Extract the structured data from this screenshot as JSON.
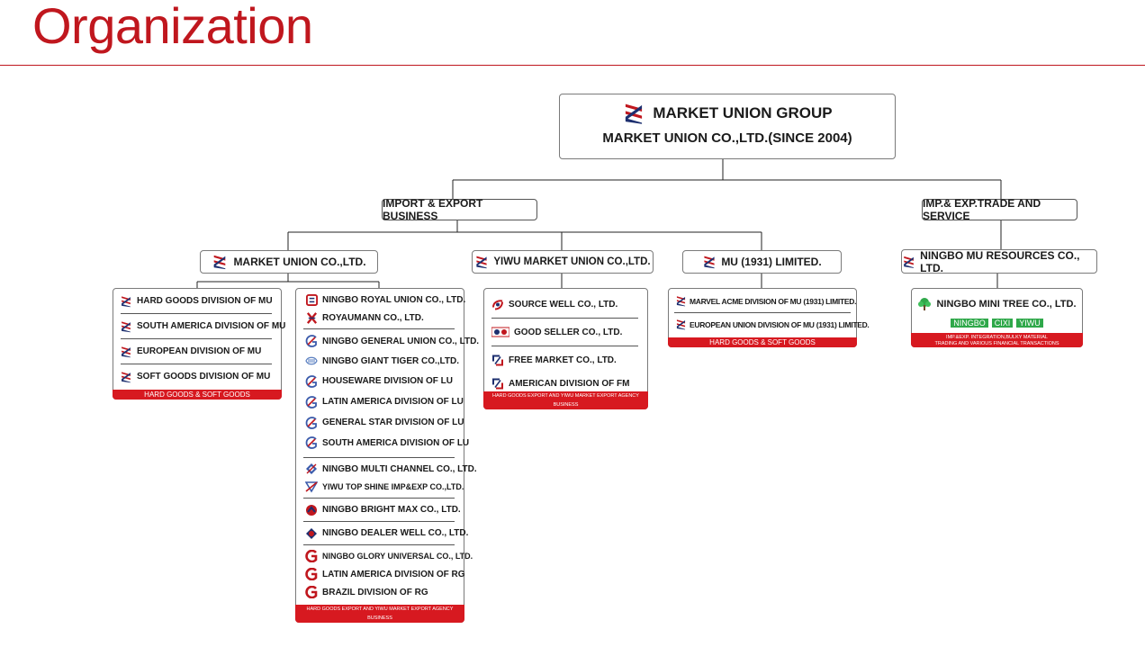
{
  "page": {
    "title": "Organization"
  },
  "top": {
    "line1": "MARKET UNION GROUP",
    "line2": "MARKET UNION CO.,LTD.(SINCE 2004)"
  },
  "branches": {
    "import_export": "IMPORT & EXPORT BUSINESS",
    "trade_service": "IMP.& EXP.TRADE AND SERVICE"
  },
  "companies": {
    "mu": "MARKET UNION CO.,LTD.",
    "yiwu": "YIWU MARKET UNION CO.,LTD.",
    "mu1931": "MU (1931) LIMITED.",
    "ningbo_res": "NINGBO MU RESOURCES CO., LTD."
  },
  "mu_divisions": {
    "items": [
      "HARD GOODS DIVISION OF MU",
      "SOUTH AMERICA DIVISION OF MU",
      "EUROPEAN DIVISION OF MU",
      "SOFT GOODS DIVISION OF MU"
    ],
    "footer": "HARD GOODS & SOFT GOODS"
  },
  "ningbo_group": {
    "items": [
      "NINGBO ROYAL UNION CO., LTD.",
      "ROYAUMANN CO., LTD.",
      "NINGBO GENERAL UNION CO., LTD.",
      "NINGBO GIANT TIGER CO.,LTD.",
      "HOUSEWARE DIVISION OF LU",
      "LATIN AMERICA DIVISION OF LU",
      "GENERAL STAR DIVISION OF LU",
      "SOUTH AMERICA DIVISION OF LU",
      "NINGBO MULTI CHANNEL CO., LTD.",
      "YIWU TOP SHINE IMP&EXP CO.,LTD.",
      "NINGBO BRIGHT MAX CO., LTD.",
      "NINGBO DEALER WELL CO., LTD.",
      "NINGBO GLORY UNIVERSAL CO., LTD.",
      "LATIN AMERICA DIVISION OF RG",
      "BRAZIL DIVISION OF RG"
    ],
    "footer": "HARD GOODS EXPORT AND YIWU MARKET EXPORT AGENCY BUSINESS"
  },
  "yiwu_group": {
    "items": [
      "SOURCE WELL CO., LTD.",
      "GOOD SELLER CO., LTD.",
      "FREE MARKET CO., LTD.",
      "AMERICAN DIVISION OF FM"
    ],
    "footer": "HARD GOODS EXPORT AND YIWU MARKET EXPORT AGENCY BUSINESS"
  },
  "mu1931_group": {
    "items": [
      "MARVEL ACME DIVISION OF MU (1931) LIMITED.",
      "EUROPEAN UNION DIVISION OF MU (1931) LIMITED."
    ],
    "footer": "HARD GOODS & SOFT GOODS"
  },
  "mini_tree": {
    "name": "NINGBO MINI TREE CO., LTD.",
    "tags": [
      "NINGBO",
      "CIXI",
      "YIWU"
    ],
    "footer_line1": "IMP.&EXP. INTEGRATION,BULKY MATERIAL",
    "footer_line2": "TRADING AND VARIOUS FINANCIAL TRANSACTIONS"
  },
  "colors": {
    "brand_red": "#c0171e",
    "logo_blue": "#1d2f6f",
    "footer_red": "#d71920",
    "tag_green": "#2fa84a"
  }
}
